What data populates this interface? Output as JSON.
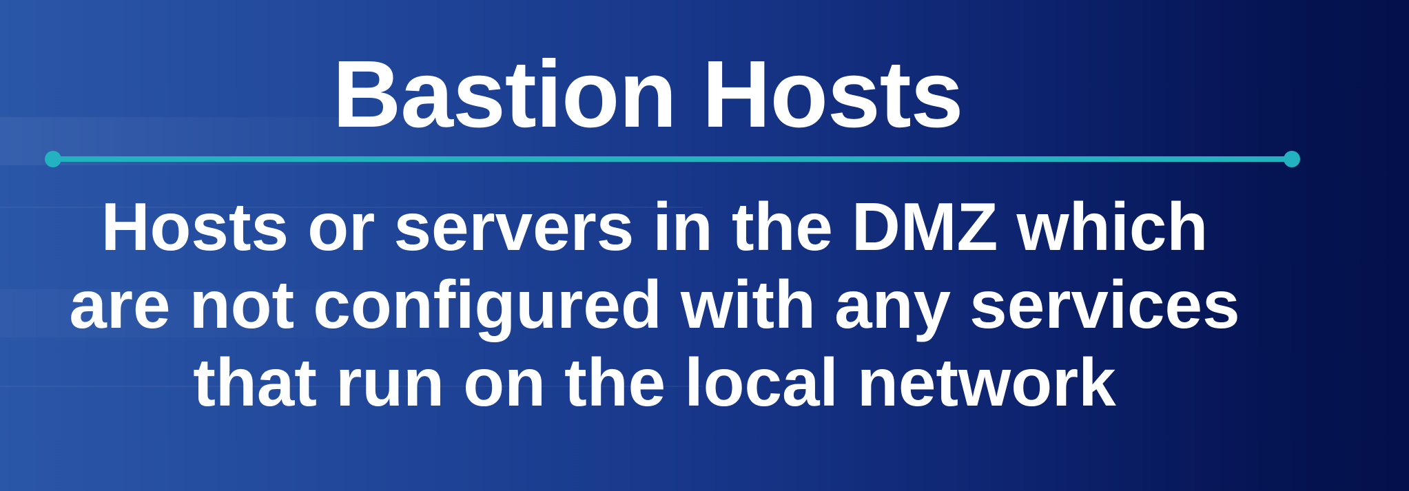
{
  "slide": {
    "title": "Bastion Hosts",
    "body_lines": [
      "Hosts or servers in the DMZ which",
      "are not configured with any services",
      "that run on the local network"
    ],
    "colors": {
      "background_left": "#2b57a8",
      "background_right": "#03104a",
      "accent": "#22b2c0",
      "text": "#ffffff"
    }
  }
}
